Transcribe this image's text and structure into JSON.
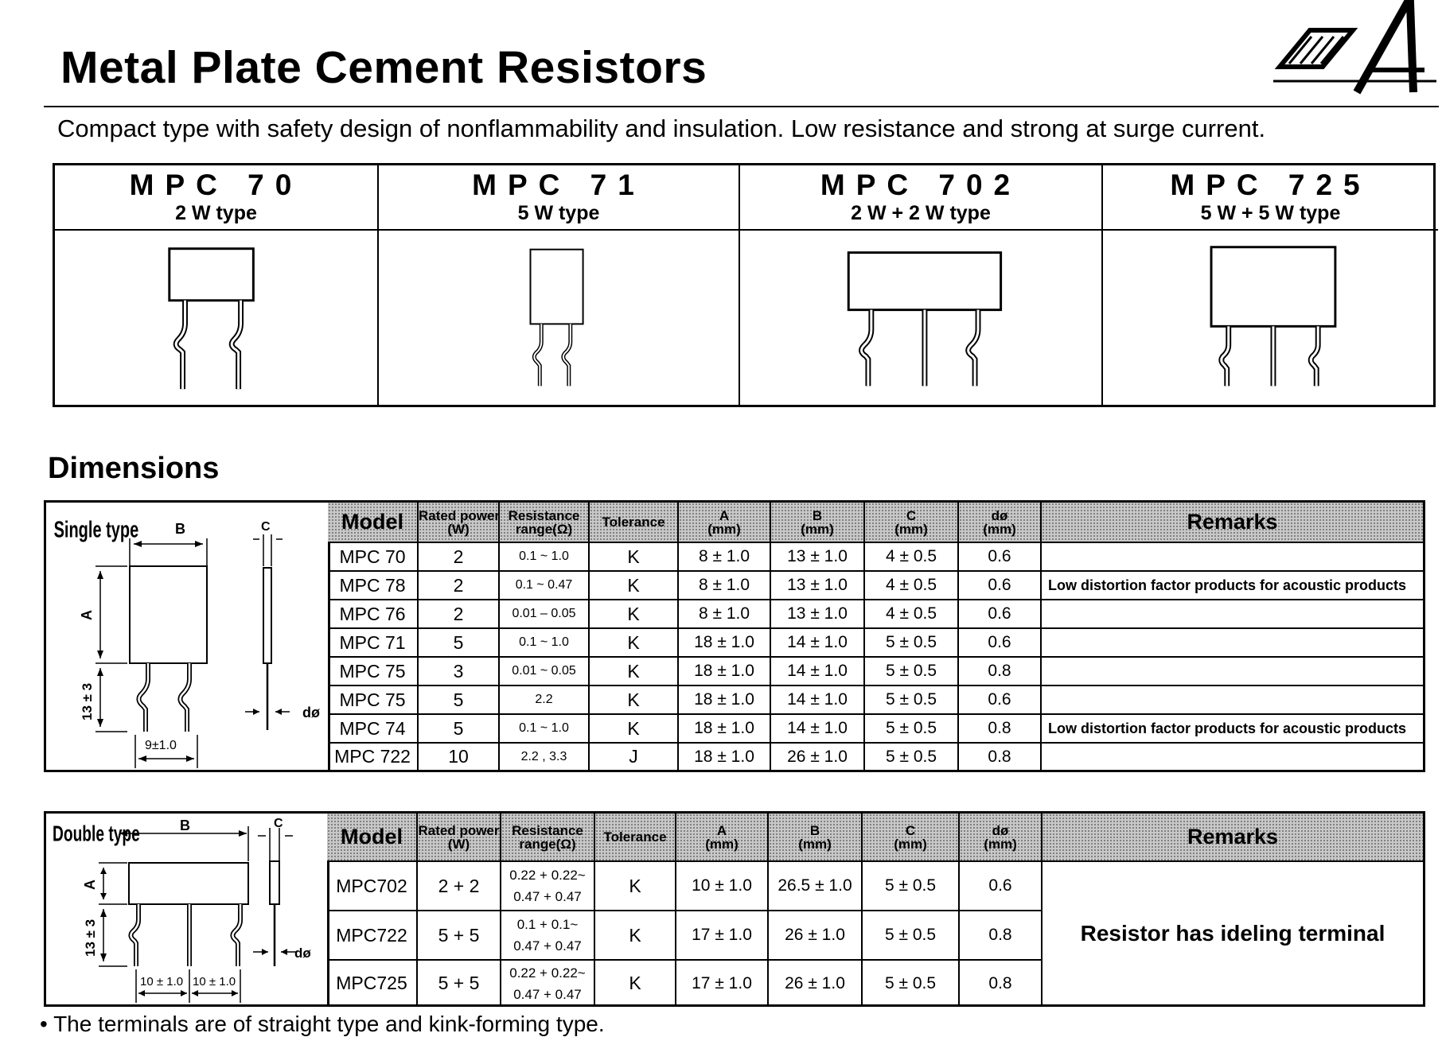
{
  "header": {
    "title": "Metal Plate Cement Resistors",
    "subtitle": "Compact type with safety design of nonflammability and insulation. Low resistance and strong at surge current.",
    "logo_icon": "rga-logo-icon"
  },
  "products": [
    {
      "model": "MPC 70",
      "type": "2 W type"
    },
    {
      "model": "MPC 71",
      "type": "5 W type"
    },
    {
      "model": "MPC 702",
      "type": "2 W + 2 W type"
    },
    {
      "model": "MPC 725",
      "type": "5 W + 5 W type"
    }
  ],
  "dimensions": {
    "heading": "Dimensions",
    "single": {
      "diagram": {
        "label": "Single type",
        "b": "B",
        "c": "C",
        "a": "A",
        "lead": "13 ± 3",
        "pitch": "9±1.0",
        "d": "dø"
      },
      "headers": {
        "model": "Model",
        "power": [
          "Rated power",
          "(W)"
        ],
        "resistance": [
          "Resistance",
          "range(Ω)"
        ],
        "tolerance": "Tolerance",
        "a": [
          "A",
          "(mm)"
        ],
        "b": [
          "B",
          "(mm)"
        ],
        "c": [
          "C",
          "(mm)"
        ],
        "d": [
          "dø",
          "(mm)"
        ],
        "remarks": "Remarks"
      },
      "rows": [
        {
          "model": "MPC 70",
          "power": "2",
          "range": "0.1 ~ 1.0",
          "tol": "K",
          "a": "8 ± 1.0",
          "b": "13 ± 1.0",
          "c": "4 ± 0.5",
          "d": "0.6",
          "remarks": ""
        },
        {
          "model": "MPC 78",
          "power": "2",
          "range": "0.1 ~ 0.47",
          "tol": "K",
          "a": "8 ± 1.0",
          "b": "13 ± 1.0",
          "c": "4 ± 0.5",
          "d": "0.6",
          "remarks": "Low distortion factor products for acoustic products"
        },
        {
          "model": "MPC 76",
          "power": "2",
          "range": "0.01 – 0.05",
          "tol": "K",
          "a": "8 ± 1.0",
          "b": "13 ± 1.0",
          "c": "4 ± 0.5",
          "d": "0.6",
          "remarks": ""
        },
        {
          "model": "MPC 71",
          "power": "5",
          "range": "0.1 ~ 1.0",
          "tol": "K",
          "a": "18 ± 1.0",
          "b": "14 ± 1.0",
          "c": "5 ± 0.5",
          "d": "0.6",
          "remarks": ""
        },
        {
          "model": "MPC 75",
          "power": "3",
          "range": "0.01 ~ 0.05",
          "tol": "K",
          "a": "18 ± 1.0",
          "b": "14 ± 1.0",
          "c": "5 ± 0.5",
          "d": "0.8",
          "remarks": ""
        },
        {
          "model": "MPC 75",
          "power": "5",
          "range": "2.2",
          "tol": "K",
          "a": "18 ± 1.0",
          "b": "14 ± 1.0",
          "c": "5 ± 0.5",
          "d": "0.6",
          "remarks": ""
        },
        {
          "model": "MPC 74",
          "power": "5",
          "range": "0.1 ~ 1.0",
          "tol": "K",
          "a": "18 ± 1.0",
          "b": "14 ± 1.0",
          "c": "5 ± 0.5",
          "d": "0.8",
          "remarks": "Low distortion factor products for acoustic products"
        },
        {
          "model": "MPC 722",
          "power": "10",
          "range": "2.2 , 3.3",
          "tol": "J",
          "a": "18 ± 1.0",
          "b": "26 ± 1.0",
          "c": "5 ± 0.5",
          "d": "0.8",
          "remarks": ""
        }
      ]
    },
    "double": {
      "diagram": {
        "label": "Double type",
        "b": "B",
        "c": "C",
        "a": "A",
        "lead": "13 ± 3",
        "pitch1": "10 ± 1.0",
        "pitch2": "10 ± 1.0",
        "d": "dø"
      },
      "rows": [
        {
          "model": "MPC702",
          "power": "2 + 2",
          "range1": "0.22 + 0.22~",
          "range2": "0.47 + 0.47",
          "tol": "K",
          "a": "10 ± 1.0",
          "b": "26.5 ± 1.0",
          "c": "5 ± 0.5",
          "d": "0.6"
        },
        {
          "model": "MPC722",
          "power": "5 + 5",
          "range1": "0.1 + 0.1~",
          "range2": "0.47 + 0.47",
          "tol": "K",
          "a": "17 ± 1.0",
          "b": "26 ± 1.0",
          "c": "5 ± 0.5",
          "d": "0.8"
        },
        {
          "model": "MPC725",
          "power": "5 + 5",
          "range1": "0.22 + 0.22~",
          "range2": "0.47 + 0.47",
          "tol": "K",
          "a": "17 ± 1.0",
          "b": "26 ± 1.0",
          "c": "5 ± 0.5",
          "d": "0.8"
        }
      ],
      "remarks": "Resistor has ideling terminal"
    }
  },
  "footnote": "• The terminals are of straight type and kink-forming type."
}
